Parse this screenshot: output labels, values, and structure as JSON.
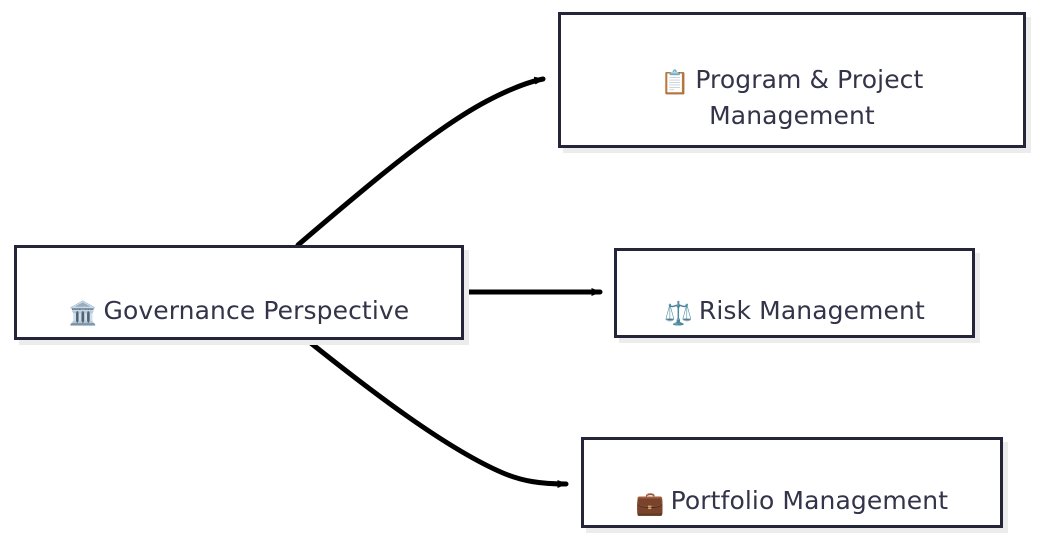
{
  "diagram": {
    "type": "flowchart",
    "direction": "left-to-right",
    "background_color": "#ffffff",
    "node_border_color": "#25253a",
    "node_fill_color": "#ffffff",
    "node_text_color": "#333349",
    "node_shadow_color": "#ececec",
    "edge_color": "#000000"
  },
  "nodes": {
    "governance": {
      "icon": "🏛️",
      "icon_name": "classical-building-icon",
      "label": "Governance Perspective"
    },
    "program": {
      "icon": "📋",
      "icon_name": "clipboard-icon",
      "label": "Program & Project\nManagement"
    },
    "risk": {
      "icon": "⚖️",
      "icon_name": "balance-scale-icon",
      "label": "Risk Management"
    },
    "portfolio": {
      "icon": "💼",
      "icon_name": "briefcase-icon",
      "label": "Portfolio Management"
    }
  },
  "edges": [
    {
      "from": "governance",
      "to": "program",
      "style": "curved",
      "arrow": "end"
    },
    {
      "from": "governance",
      "to": "risk",
      "style": "straight",
      "arrow": "end"
    },
    {
      "from": "governance",
      "to": "portfolio",
      "style": "curved",
      "arrow": "end"
    }
  ]
}
